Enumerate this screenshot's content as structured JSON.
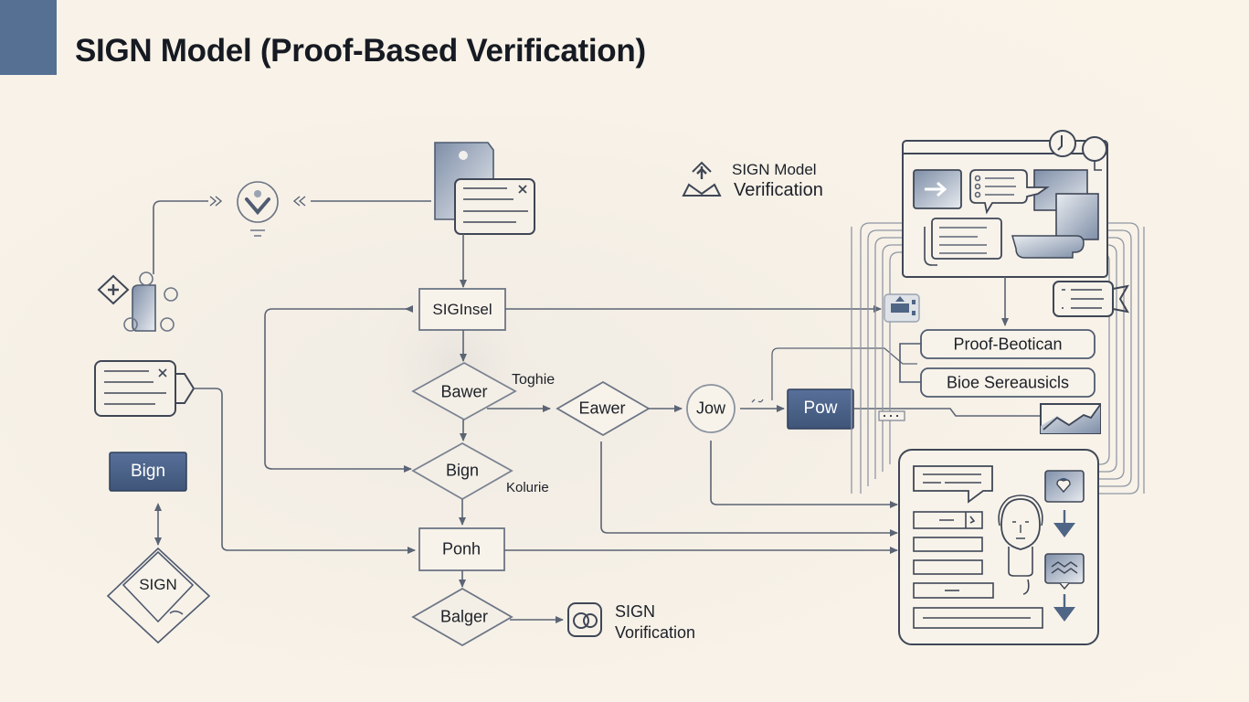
{
  "slide": {
    "title": "SIGN Model (Proof-Based Verification)",
    "accent_color": "#557093",
    "background_color": "#f8f2e8",
    "line_color": "#5b6474",
    "dark_node_color": "#4a6286"
  },
  "legend_top": {
    "icon": "envelope-upload-icon",
    "line1": "SIGN Model",
    "line2": "Verification"
  },
  "legend_bottom": {
    "icon": "link-rings-icon",
    "line1": "SIGN",
    "line2": "Vorification"
  },
  "nodes": {
    "siginsel": "SIGInsel",
    "bawer": "Bawer",
    "bawer_note": "Toghie",
    "eawer": "Eawer",
    "jow": "Jow",
    "pow": "Pow",
    "bign_diamond": "Bign",
    "bign_note": "Kolurie",
    "ponh": "Ponh",
    "balger": "Balger",
    "bign_box": "Bign",
    "sign_diamond": "SIGN"
  },
  "right_panel": {
    "option1": "Proof-Beotican",
    "option2": "Bioe Sereausicls"
  },
  "icons": [
    "document-stack-icon",
    "checkmark-circle-icon",
    "user-network-icon",
    "message-card-icon",
    "window-dashboard-icon",
    "clock-icon",
    "chat-bubble-icon",
    "trend-chart-icon",
    "profile-form-icon",
    "face-icon",
    "heart-badge-icon",
    "wave-badge-icon",
    "arrow-down-icon"
  ]
}
